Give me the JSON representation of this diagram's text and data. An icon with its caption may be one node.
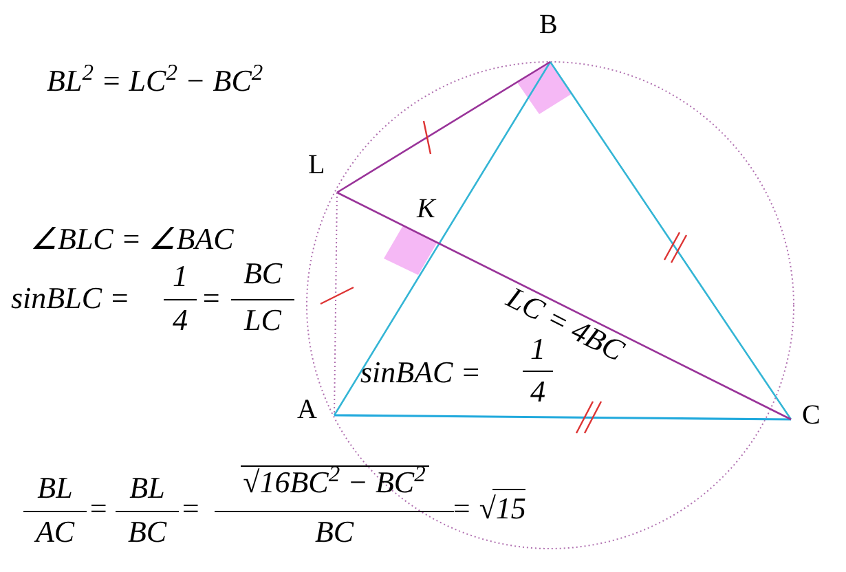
{
  "diagram": {
    "labels": [
      "B",
      "BL$^{2}$ = LC$^{2}$ − BC$^{2}$",
      "L",
      "K",
      "∠BLC = ∠BAC",
      "sinBLC =",
      "1",
      "4",
      "=",
      "BC",
      "LC",
      "LC = 4BC",
      "sinBAC =",
      "1",
      "4",
      "A",
      "C",
      "BL",
      "AC",
      "=",
      "BL",
      "BC",
      "=",
      "√16BC$^{2}$ − BC$^{2}$",
      "BC",
      "= √15"
    ]
  }
}
